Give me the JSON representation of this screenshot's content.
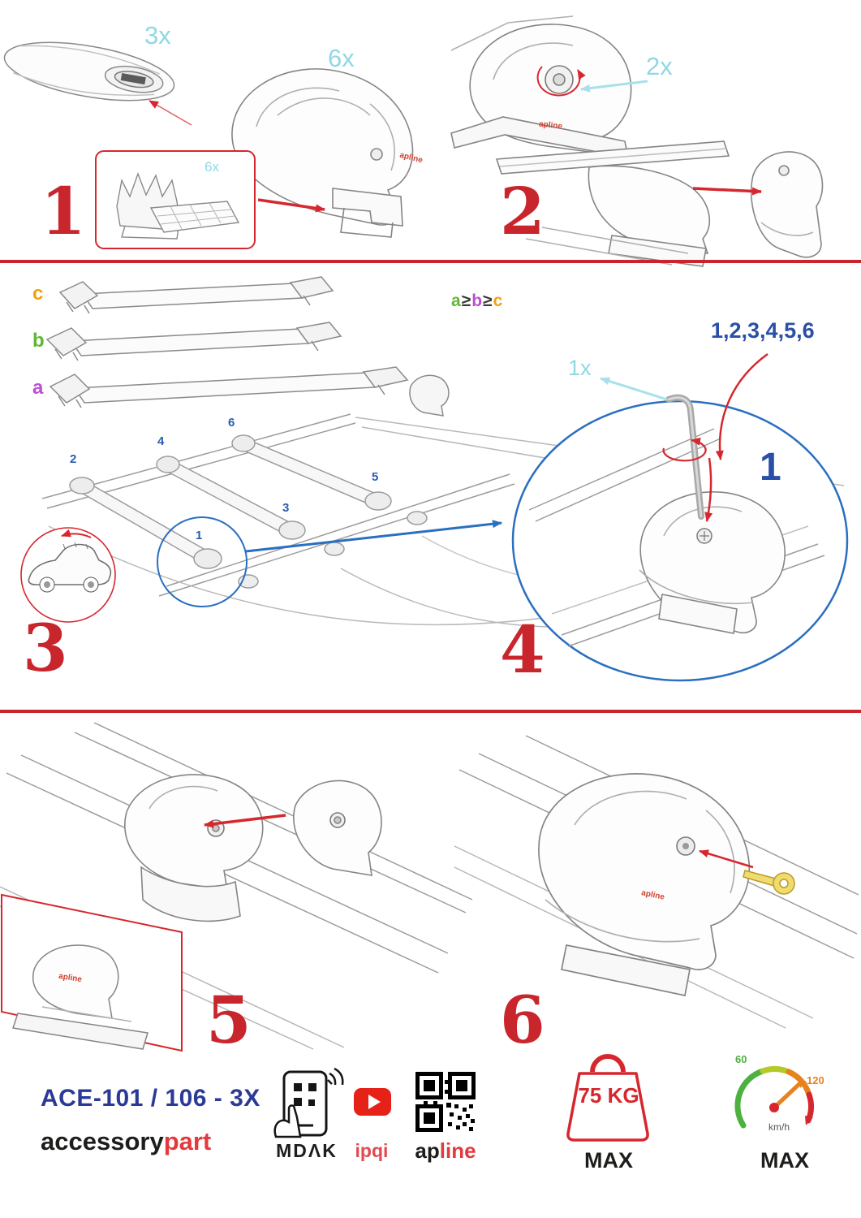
{
  "colors": {
    "accent_red": "#c9252c",
    "cyan": "#8fd8e4",
    "blue": "#2a4fa8",
    "green": "#5cb832",
    "orange": "#f0a30a",
    "purple": "#bb4fd6",
    "key_gold": "#f0dc6e"
  },
  "steps": {
    "step1": {
      "number": "1",
      "bar_qty": "3x",
      "foot_qty": "6x",
      "pad_qty": "6x"
    },
    "step2": {
      "number": "2",
      "knob_qty": "2x"
    },
    "step3": {
      "number": "3",
      "size_c": "c",
      "size_b": "b",
      "size_a": "a",
      "inequality": {
        "a": "a",
        "ge1": "≥",
        "b": "b",
        "ge2": "≥",
        "c": "c"
      },
      "positions": {
        "p1": "1",
        "p2": "2",
        "p3": "3",
        "p4": "4",
        "p5": "5",
        "p6": "6"
      }
    },
    "step4": {
      "number": "4",
      "key_qty": "1x",
      "sequence": "1,2,3,4,5,6",
      "first": "1"
    },
    "step5": {
      "number": "5"
    },
    "step6": {
      "number": "6"
    }
  },
  "branding": {
    "apline_logo": "apline"
  },
  "footer": {
    "model": "ACE-101 / 106 - 3X",
    "brand_accessory": "accessory",
    "brand_part": "part",
    "mdak": "MDΛK",
    "ipqi": "ipqi",
    "apline_ap": "ap",
    "apline_line": "line",
    "weight_limit": "75 KG",
    "weight_max": "MAX",
    "speed_low": "60",
    "speed_high": "120",
    "speed_unit": "km/h",
    "speed_max": "MAX"
  }
}
